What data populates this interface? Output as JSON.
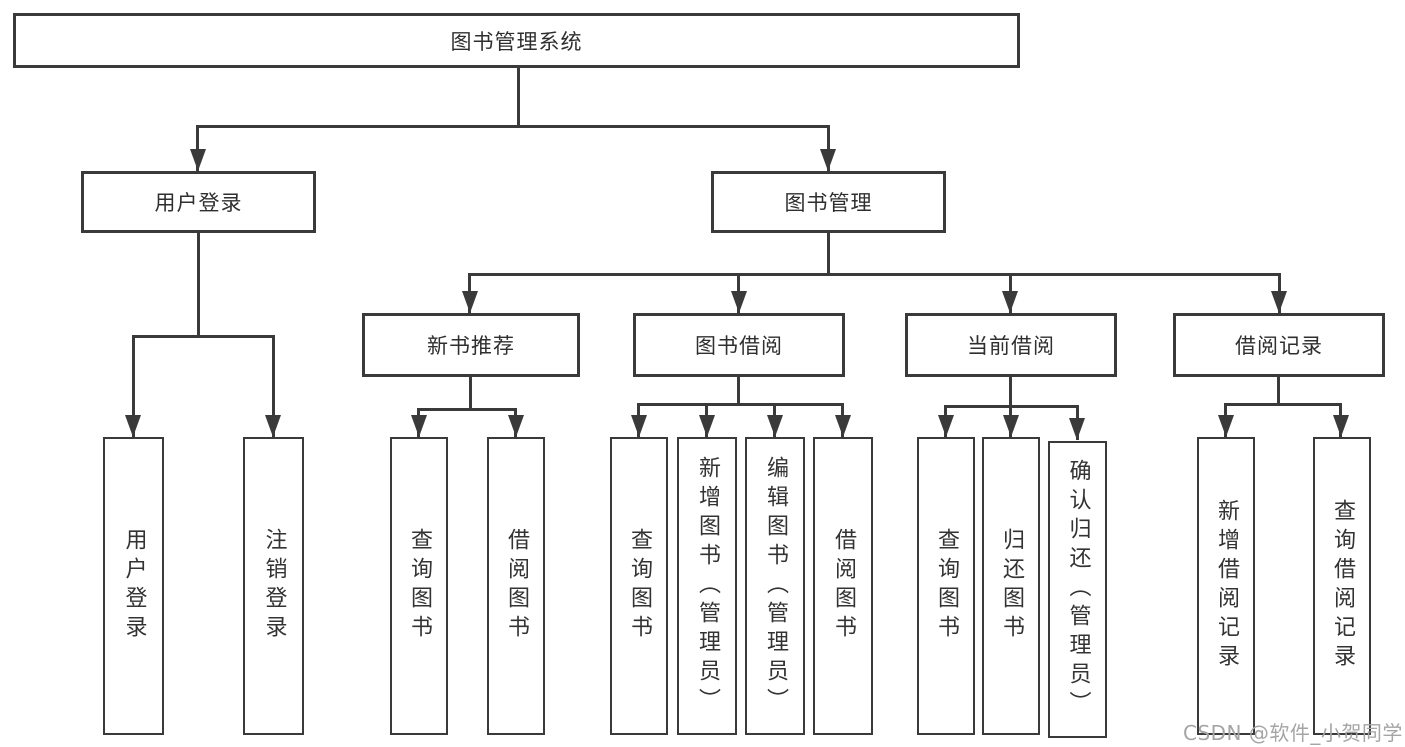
{
  "diagram": {
    "root": {
      "label": "图书管理系统"
    },
    "level2": [
      {
        "label": "用户登录",
        "children": [
          {
            "label": "用户登录"
          },
          {
            "label": "注销登录"
          }
        ]
      },
      {
        "label": "图书管理",
        "children": [
          {
            "label": "新书推荐",
            "children": [
              {
                "label": "查询图书"
              },
              {
                "label": "借阅图书"
              }
            ]
          },
          {
            "label": "图书借阅",
            "children": [
              {
                "label": "查询图书"
              },
              {
                "label": "新增图书（管理员）"
              },
              {
                "label": "编辑图书（管理员）"
              },
              {
                "label": "借阅图书"
              }
            ]
          },
          {
            "label": "当前借阅",
            "children": [
              {
                "label": "查询图书"
              },
              {
                "label": "归还图书"
              },
              {
                "label": "确认归还（管理员）"
              }
            ]
          },
          {
            "label": "借阅记录",
            "children": [
              {
                "label": "新增借阅记录"
              },
              {
                "label": "查询借阅记录"
              }
            ]
          }
        ]
      }
    ],
    "watermark": "CSDN @软件_小贺同学",
    "colors": {
      "line": "#3a3a3a",
      "text": "#333333",
      "background": "#ffffff",
      "watermark": "#a5a5a5"
    }
  }
}
